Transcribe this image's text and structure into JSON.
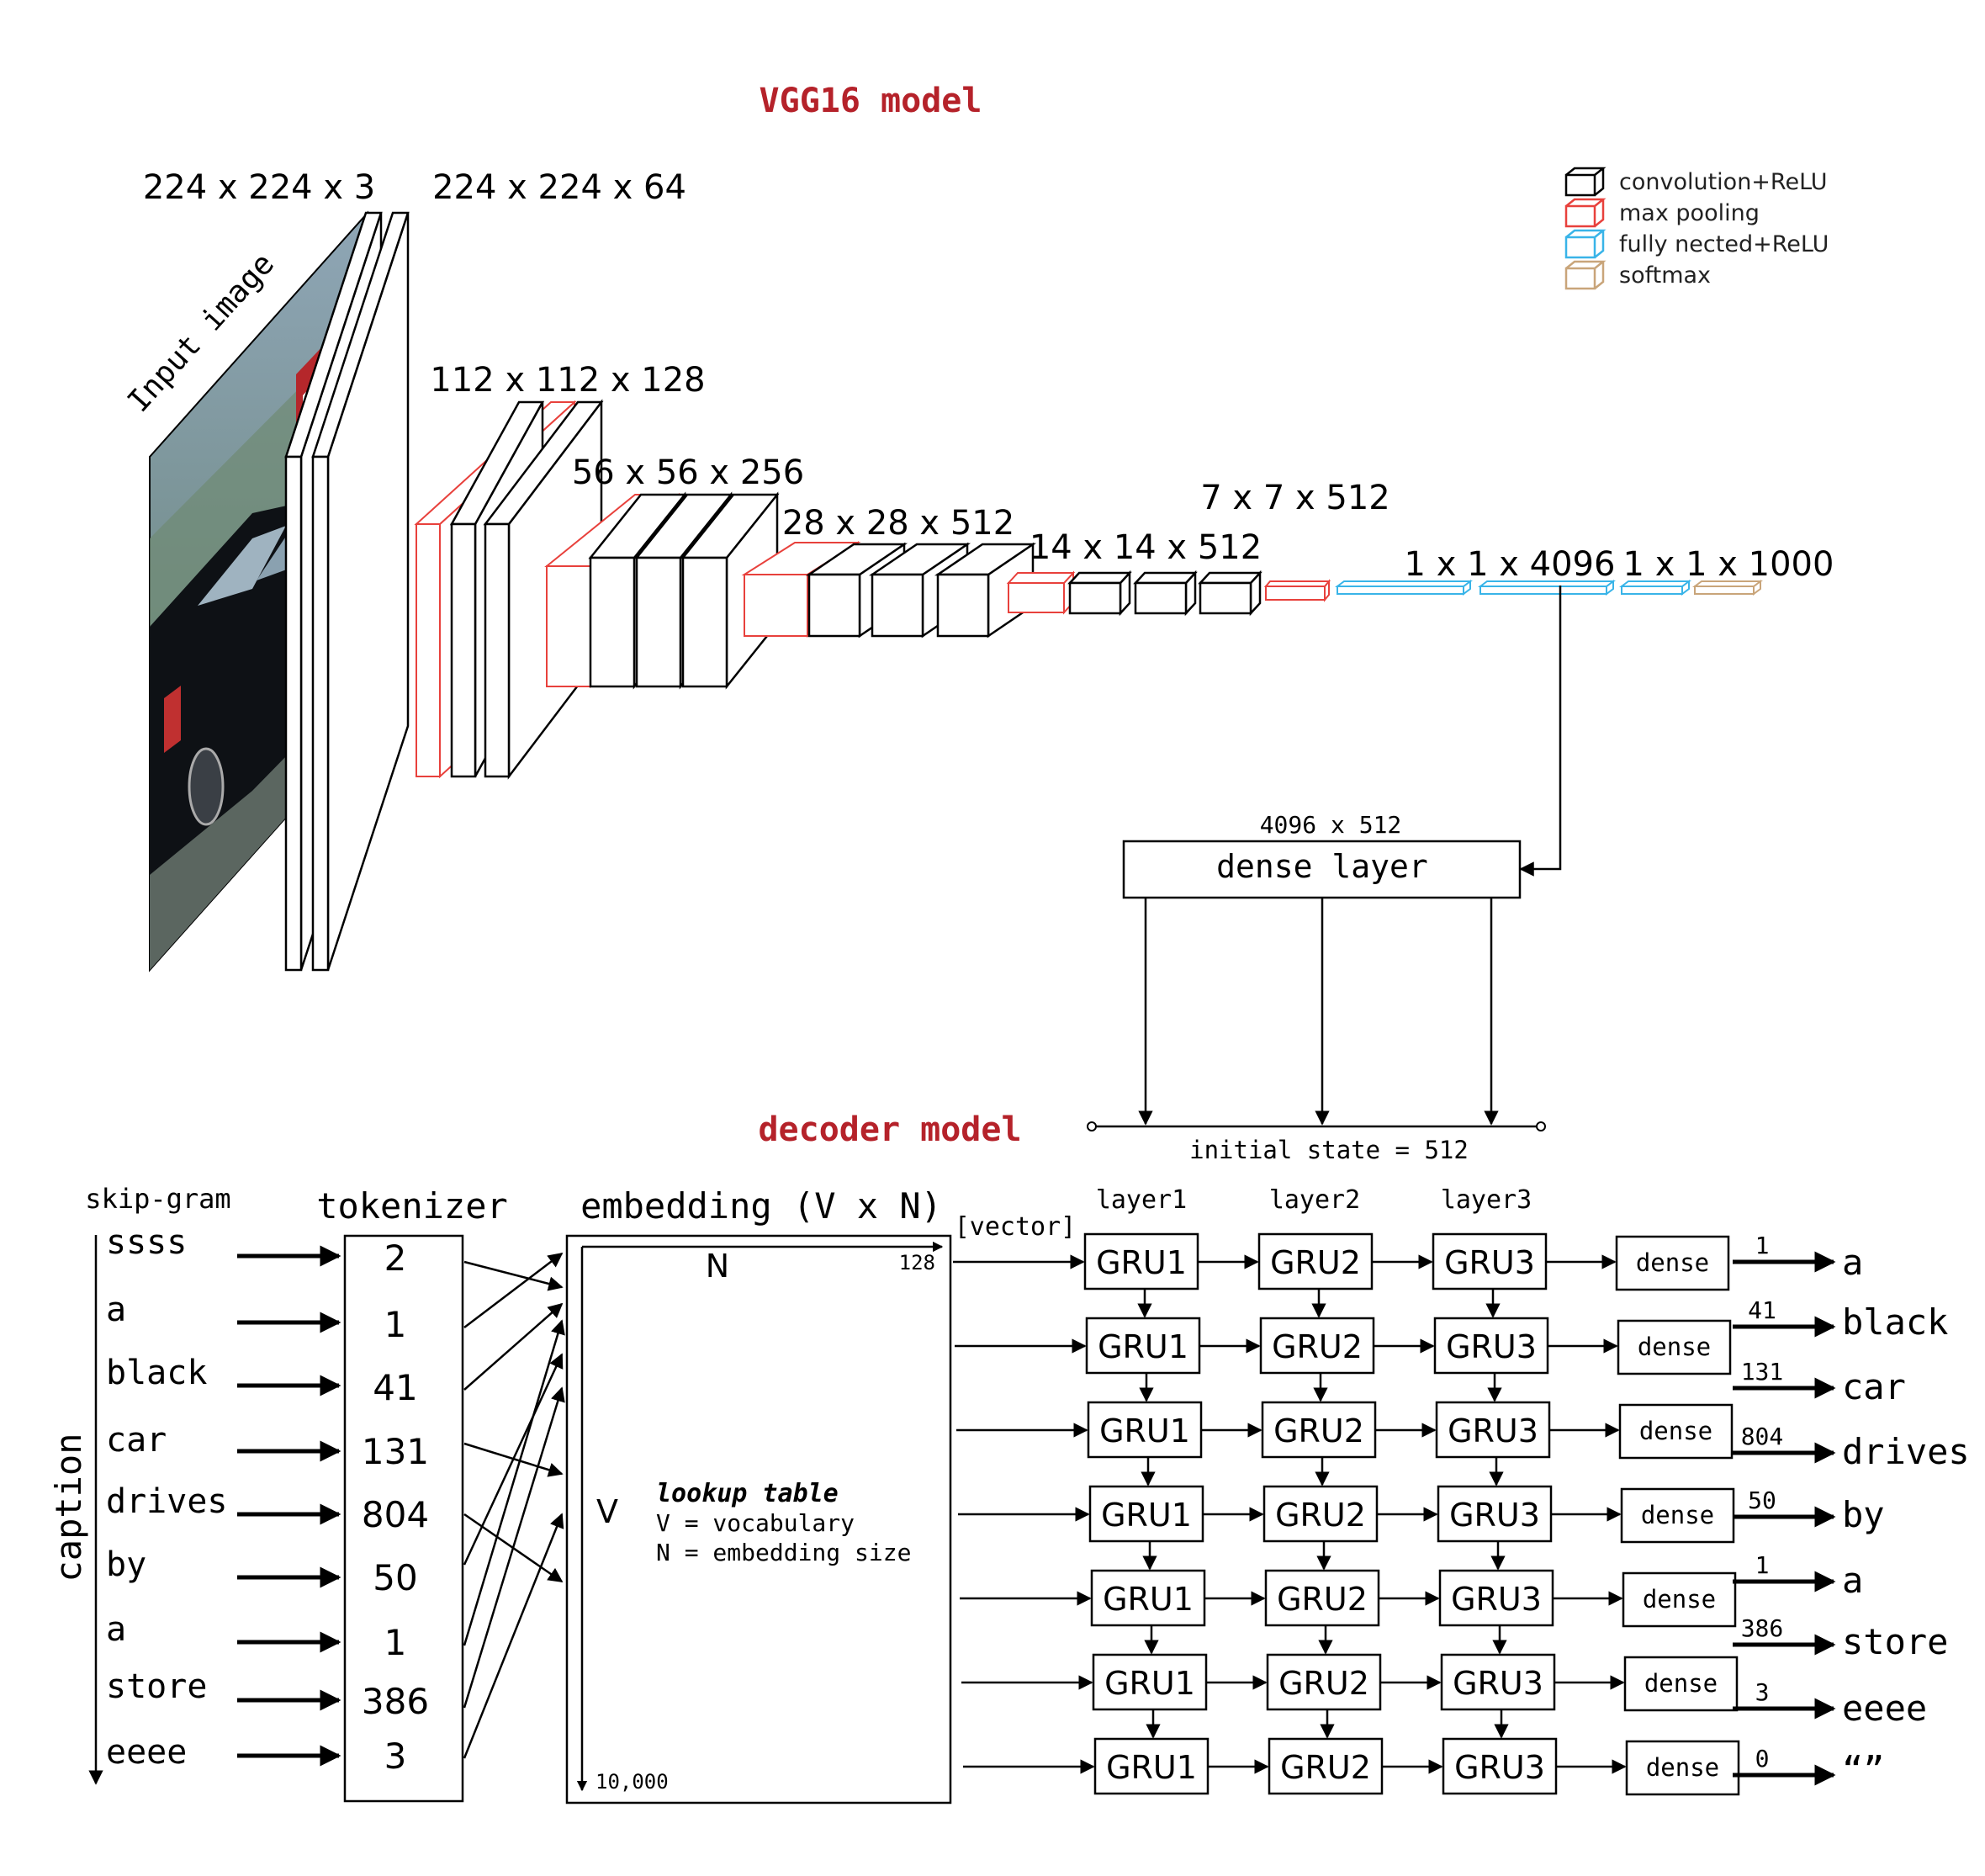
{
  "titles": {
    "vgg": "VGG16 model",
    "decoder": "decoder model"
  },
  "colors": {
    "title_red": "#b5222a",
    "conv": "#000000",
    "pool": "#e8413c",
    "fc": "#39b4e8",
    "softmax": "#c9a57a"
  },
  "legend": [
    {
      "label": "convolution+ReLU",
      "kind": "conv"
    },
    {
      "label": "max pooling",
      "kind": "pool"
    },
    {
      "label": "fully nected+ReLU",
      "kind": "fc"
    },
    {
      "label": "softmax",
      "kind": "softmax"
    }
  ],
  "vgg_dims": {
    "input": "224 x 224 x 3",
    "d1": "224 x 224 x 64",
    "d2": "112 x 112 x 128",
    "d3": "56 x 56 x 256",
    "d4": "28 x 28 x 512",
    "d5": "14 x 14 x 512",
    "d6": "7 x 7 x 512",
    "d7": "1 x 1 x 4096",
    "d8": "1 x 1 x 1000"
  },
  "input_image_label": "Input image",
  "dense_layer": {
    "size_label": "4096 x 512",
    "label": "dense layer"
  },
  "initial_state_label": "initial state = 512",
  "skipgram_label": "skip-gram",
  "caption_label": "caption",
  "caption_words": [
    "ssss",
    "a",
    "black",
    "car",
    "drives",
    "by",
    "a",
    "store",
    "eeee"
  ],
  "tokenizer": {
    "label": "tokenizer",
    "tokens": [
      "2",
      "1",
      "41",
      "131",
      "804",
      "50",
      "1",
      "386",
      "3"
    ]
  },
  "embedding": {
    "label": "embedding (V x N)",
    "n_label": "N",
    "v_label": "V",
    "n_size": "128",
    "v_size": "10,000",
    "lookup_title": "lookup table",
    "lookup_v": "V = vocabulary",
    "lookup_n": "N = embedding size",
    "vector_label": "[vector]"
  },
  "layers": {
    "labels": [
      "layer1",
      "layer2",
      "layer3"
    ],
    "cells": [
      "GRU1",
      "GRU2",
      "GRU3"
    ],
    "dense": "dense"
  },
  "outputs": [
    {
      "id": "1",
      "word": "a"
    },
    {
      "id": "41",
      "word": "black"
    },
    {
      "id": "131",
      "word": "car"
    },
    {
      "id": "804",
      "word": "drives"
    },
    {
      "id": "50",
      "word": "by"
    },
    {
      "id": "1",
      "word": "a"
    },
    {
      "id": "386",
      "word": "store"
    },
    {
      "id": "3",
      "word": "eeee"
    },
    {
      "id": "0",
      "word": "“”"
    }
  ]
}
